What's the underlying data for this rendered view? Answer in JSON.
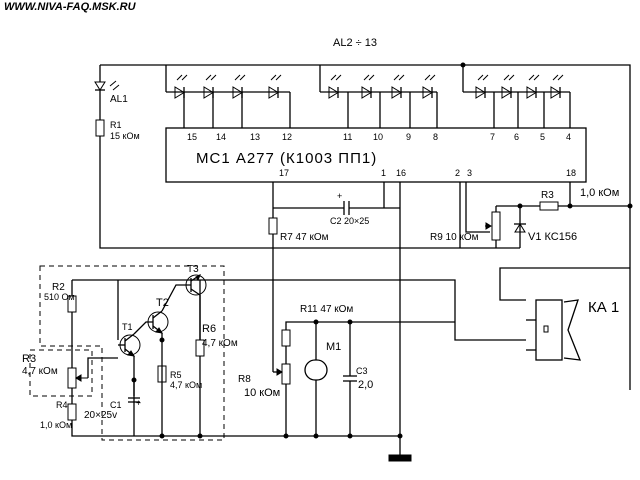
{
  "header": {
    "url": "WWW.NIVA-FAQ.MSK.RU",
    "led_group": "AL2 ÷ 13"
  },
  "chip": {
    "name": "МС1  А277 (К1003 ПП1)",
    "pins_top": [
      "15",
      "14",
      "13",
      "12",
      "11",
      "10",
      "9",
      "8",
      "7",
      "6",
      "5",
      "4"
    ],
    "pins_bottom": [
      "17",
      "1",
      "16",
      "2",
      "3",
      "18"
    ]
  },
  "components": {
    "al1": "AL1",
    "r1_name": "R1",
    "r1_val": "15 кОм",
    "r2_name": "R2",
    "r2_val": "510 Ом",
    "r3_name": "R3",
    "r3_val": "4,7 кОм",
    "r4_name": "R4",
    "r4_val": "1,0 кОм",
    "c1_name": "C1",
    "c1_val": "20×25v",
    "t1": "T1",
    "t2": "T2",
    "t3": "T3",
    "r5_name": "R5",
    "r5_val": "4,7 кОм",
    "r6_name": "R6",
    "r6_val": "4,7 кОм",
    "c2": "C2  20×25",
    "r7": "R7 47 кОм",
    "r8_name": "R8",
    "r8_val": "10 кОм",
    "r11": "R11  47 кОм",
    "m1": "M1",
    "c3_name": "C3",
    "c3_val": "2,0",
    "r9": "R9 10 кОм",
    "v1": "V1 КС156",
    "r_top_name": "R3",
    "r_top_val": "1,0 кОм",
    "ka1": "КА 1",
    "plus_c1": "+",
    "plus_c2": "+"
  }
}
